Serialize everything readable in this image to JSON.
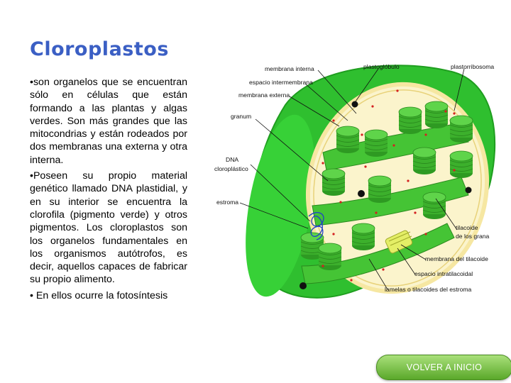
{
  "slide": {
    "title": "Cloroplastos",
    "paragraphs": [
      "•son organelos que se encuentran sólo en células que están formando a las plantas y algas verdes. Son más grandes que las mitocondrias y están rodeados por dos membranas una externa y otra interna.",
      "•Poseen su propio material genético llamado DNA plastidial, y en su interior se encuentra la clorofila (pigmento verde) y otros pigmentos. Los cloroplastos son los organelos fundamentales en los organismos autótrofos, es decir, aquellos capaces de fabricar su propio alimento.",
      "• En ellos ocurre la fotosíntesis"
    ],
    "button_label": "VOLVER A INICIO"
  },
  "diagram": {
    "labels": {
      "membrana_interna": "membrana interna",
      "espacio_intermembrana": "espacio intermembrana",
      "membrana_externa": "membrana externa",
      "granum": "granum",
      "dna_line1": "DNA",
      "dna_line2": "cloroplástico",
      "estroma": "estroma",
      "plastoglobulo": "plastoglóbulo",
      "plastorribosoma": "plastorribosoma",
      "tilacoide_line1": "tilacoide",
      "tilacoide_line2": "de los grana",
      "membrana_tilacoide": "membrana del tilacoide",
      "espacio_intratilacoidal": "espacio intratilacoidal",
      "lamelas": "lamelas o tilacoides del estroma"
    }
  },
  "colors": {
    "title": "#3b5fc4",
    "outer_membrane": "#2fbf2f",
    "stroma": "#fbf4cc",
    "grana": "#45c435",
    "button": "#6cb83a"
  }
}
